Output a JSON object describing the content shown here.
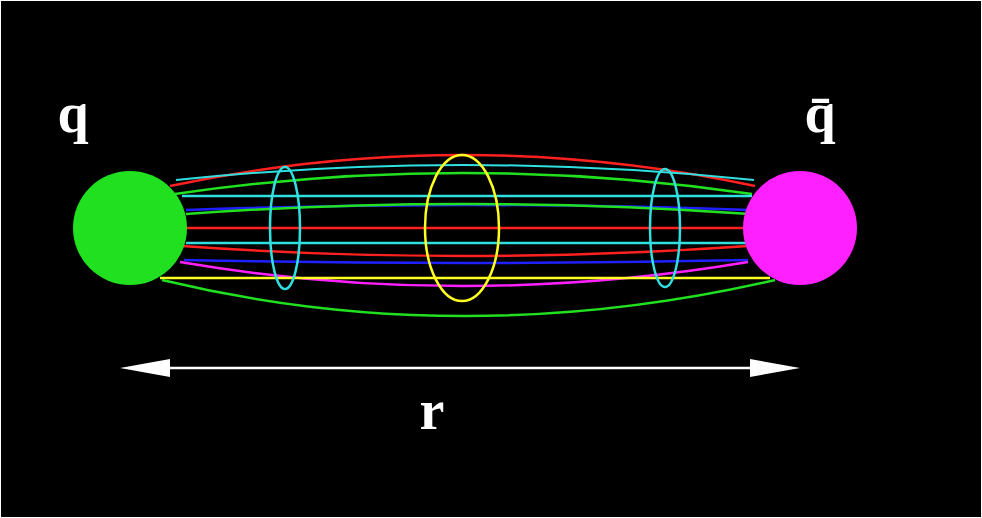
{
  "diagram": {
    "nodes": [
      {
        "text": [
          "q"
        ]
      },
      {
        "text": [
          "q̄"
        ]
      }
    ],
    "labels": [
      "r"
    ]
  }
}
